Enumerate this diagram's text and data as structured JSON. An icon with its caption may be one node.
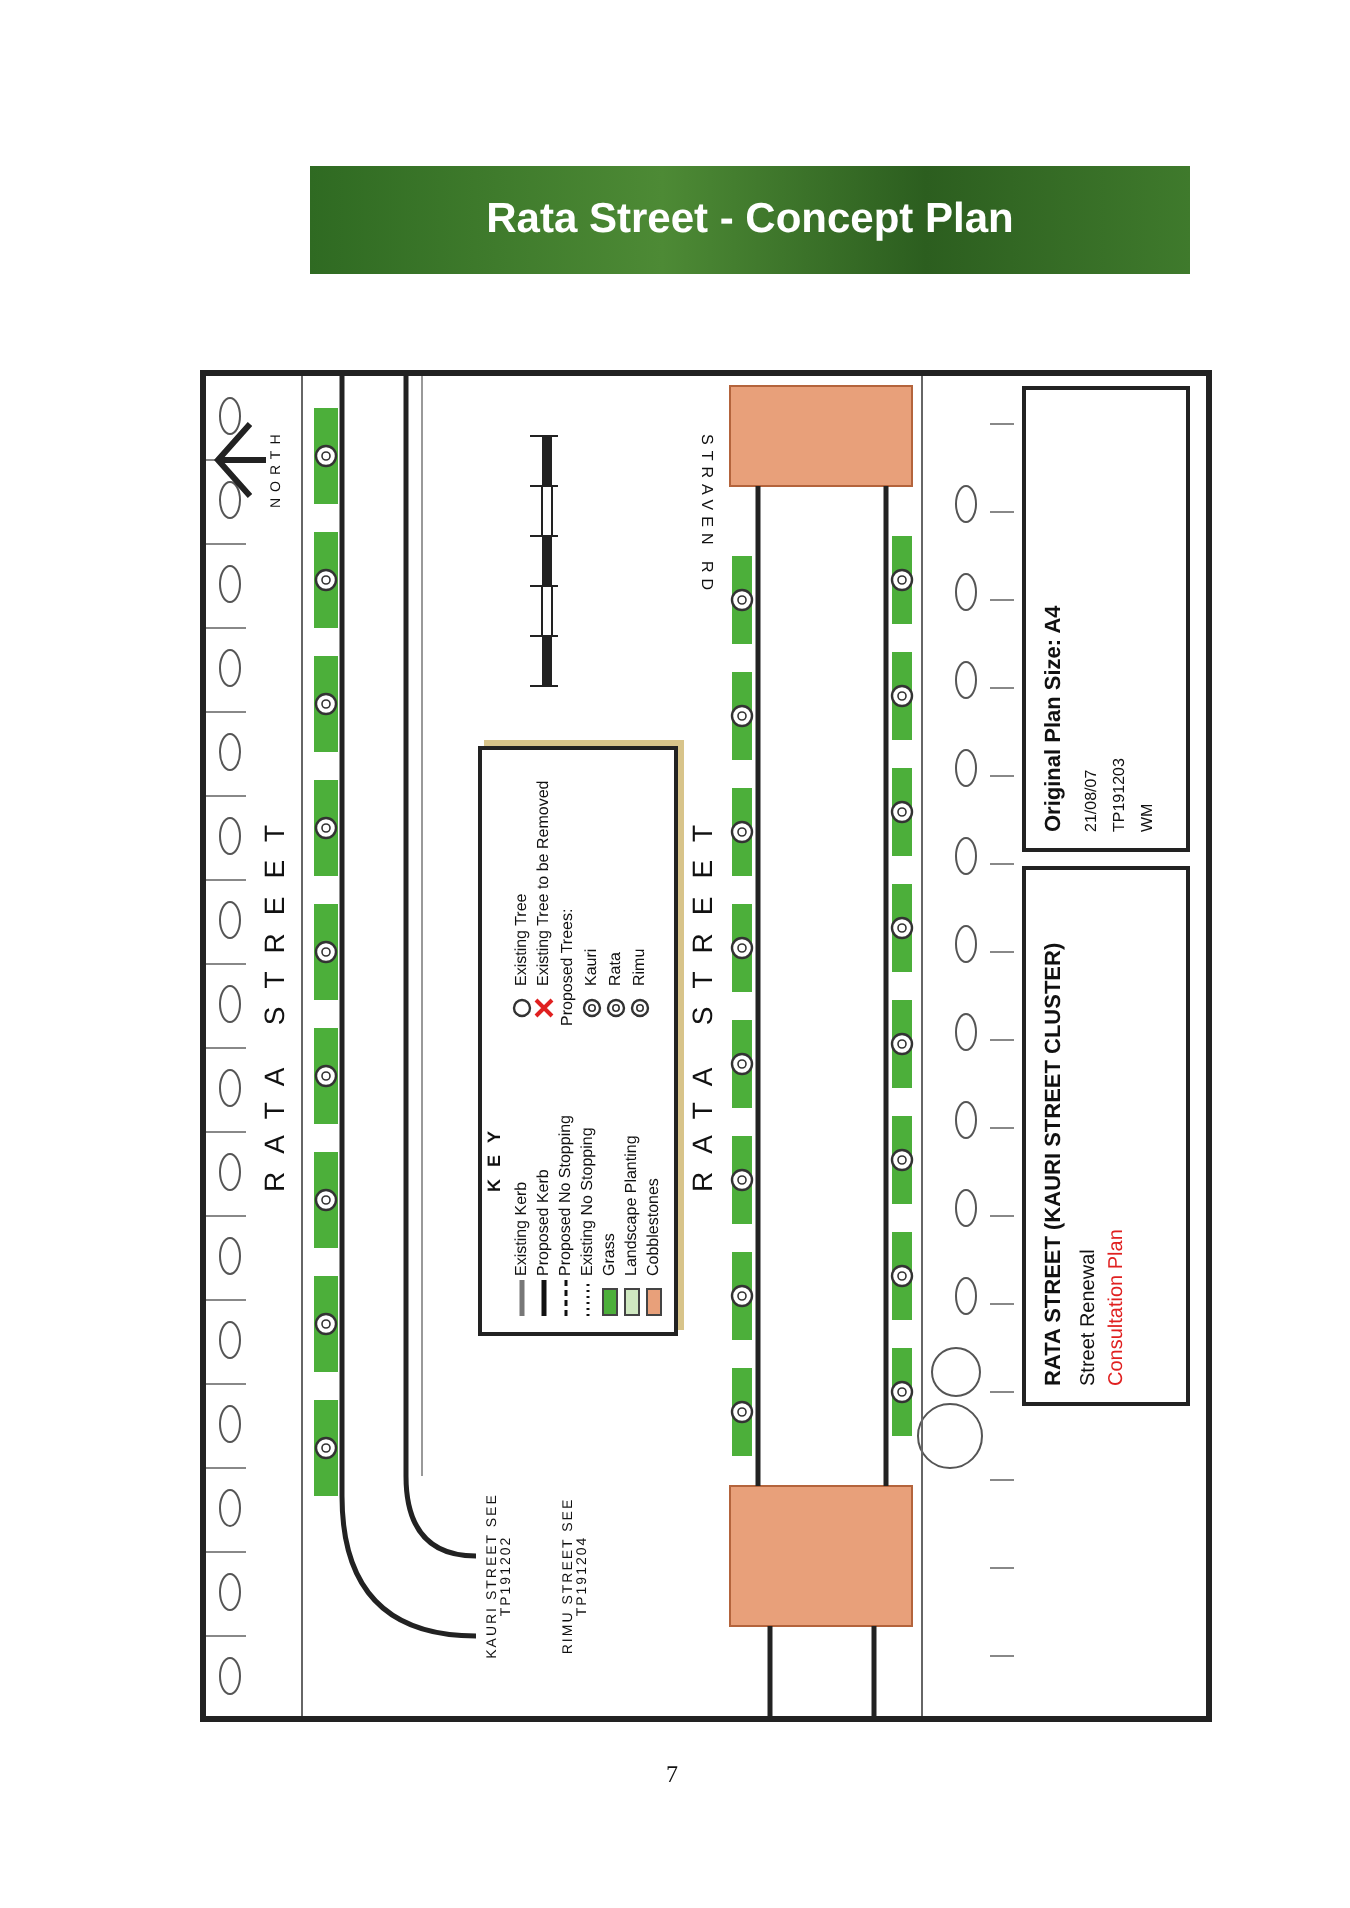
{
  "diagram": {
    "title": "Rata Street - Concept Plan",
    "labels": [
      "NORTH",
      "RATA STREET",
      "KEY",
      "Proposed Trees:",
      "KAURI STREET SEE TP191202",
      "RIMU STREET SEE TP191204",
      "RATA STREET",
      "STRAVEN RD",
      "RATA STREET (KAURI STREET CLUSTER)",
      "Street Renewal",
      "Consultation Plan",
      "Original Plan Size: A4",
      "21/08/07",
      "TP191203",
      "WM",
      "7"
    ],
    "legend": [
      {
        "text": "Existing Kerb"
      },
      {
        "text": "Proposed Kerb"
      },
      {
        "text": "Proposed No Stopping"
      },
      {
        "text": "Existing No Stopping"
      },
      {
        "text": "Grass",
        "color": "#4caf3a"
      },
      {
        "text": "Landscape Planting",
        "color": "#cfe8c0"
      },
      {
        "text": "Cobblestones",
        "color": "#e8a07a"
      },
      {
        "text": "Existing Tree"
      },
      {
        "text": "Existing Tree to be Removed"
      },
      {
        "text": "Kauri"
      },
      {
        "text": "Rata"
      },
      {
        "text": "Rimu"
      }
    ]
  }
}
